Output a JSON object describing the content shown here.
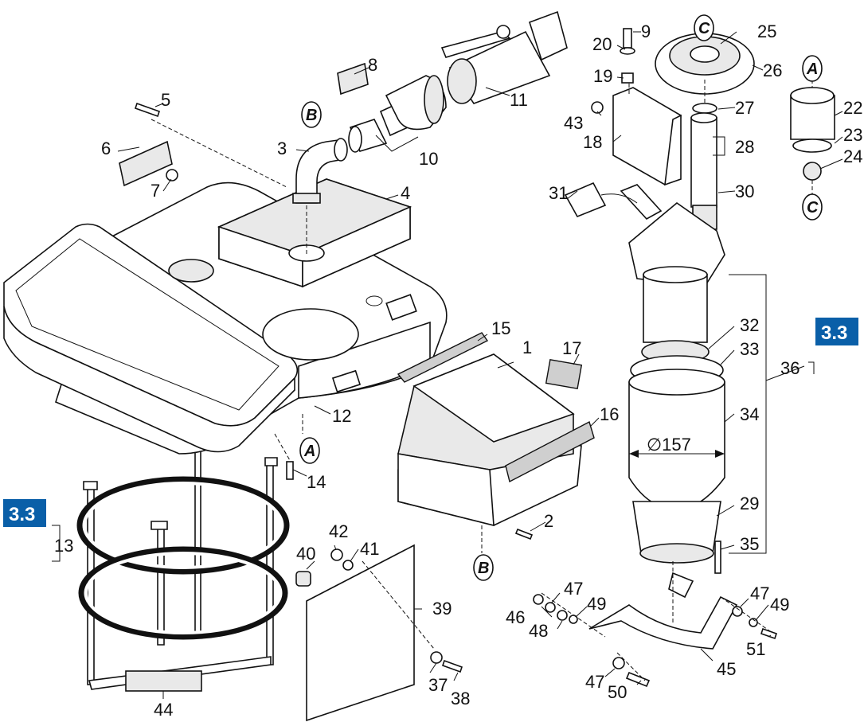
{
  "section_badges": {
    "right": "3.3",
    "left": "3.3"
  },
  "connector_letters": {
    "a_top": "A",
    "a_mid": "A",
    "b_top": "B",
    "b_bottom": "B",
    "c_top": "C",
    "c_bottom": "C"
  },
  "dimension": {
    "diameter": "∅157"
  },
  "part_numbers": {
    "p1": "1",
    "p2": "2",
    "p3": "3",
    "p4": "4",
    "p5": "5",
    "p6": "6",
    "p7": "7",
    "p8": "8",
    "p9": "9",
    "p10": "10",
    "p11": "11",
    "p12": "12",
    "p13": "13",
    "p14": "14",
    "p15": "15",
    "p16": "16",
    "p17": "17",
    "p18": "18",
    "p19": "19",
    "p20": "20",
    "p22": "22",
    "p23": "23",
    "p24": "24",
    "p25": "25",
    "p26": "26",
    "p27": "27",
    "p28": "28",
    "p29": "29",
    "p30": "30",
    "p31": "31",
    "p32": "32",
    "p33": "33",
    "p34": "34",
    "p35": "35",
    "p36": "36",
    "p37": "37",
    "p38": "38",
    "p39": "39",
    "p40": "40",
    "p41": "41",
    "p42": "42",
    "p43": "43",
    "p44": "44",
    "p45": "45",
    "p46": "46",
    "p47a": "47",
    "p47b": "47",
    "p47c": "47",
    "p48": "48",
    "p49a": "49",
    "p49b": "49",
    "p50": "50",
    "p51": "51"
  },
  "colors": {
    "badge_blue": "#0a5fa8",
    "line": "#111111",
    "fill_light": "#e9e9e9"
  }
}
